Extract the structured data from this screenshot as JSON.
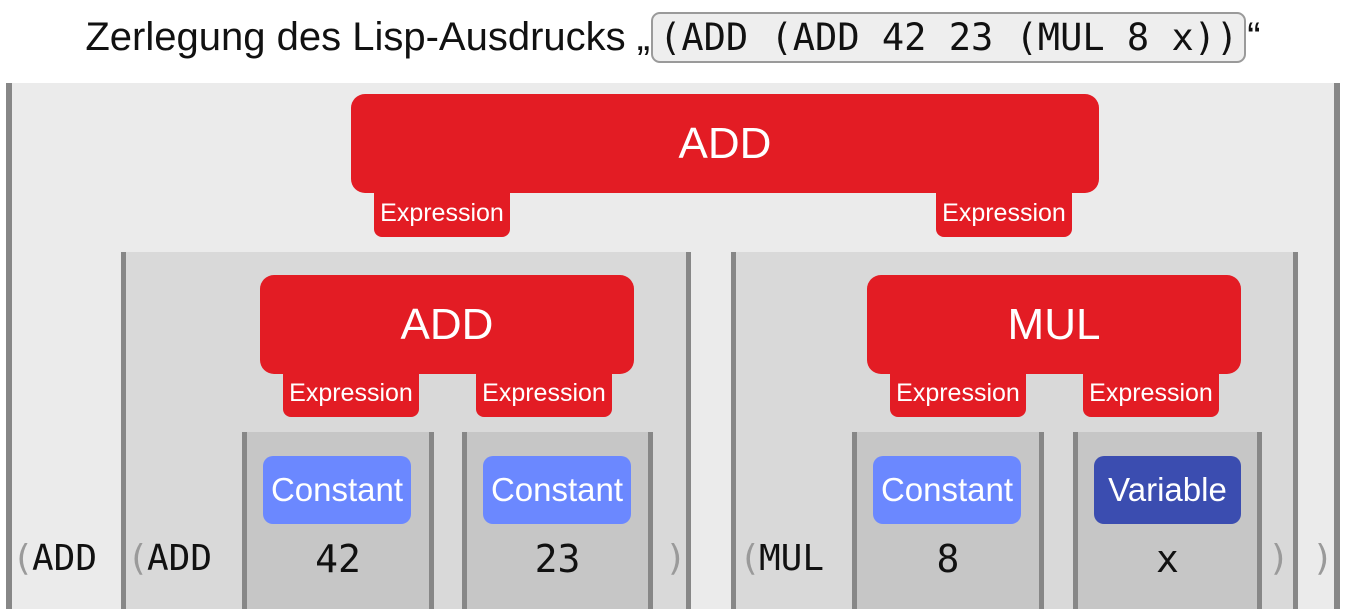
{
  "title": {
    "text": "Zerlegung des Lisp-Ausdrucks",
    "open_quote": "„",
    "expression": "(ADD (ADD 42 23 (MUL 8 x))",
    "close_quote": "“"
  },
  "tree": {
    "root_label": "ADD",
    "root_slots": [
      "Expression",
      "Expression"
    ],
    "left": {
      "label": "ADD",
      "slots": [
        "Expression",
        "Expression"
      ],
      "children": [
        {
          "type": "Constant",
          "value": "42"
        },
        {
          "type": "Constant",
          "value": "23"
        }
      ]
    },
    "right": {
      "label": "MUL",
      "slots": [
        "Expression",
        "Expression"
      ],
      "children": [
        {
          "type": "Constant",
          "value": "8"
        },
        {
          "type": "Variable",
          "value": "x"
        }
      ]
    }
  },
  "tokens": {
    "open_paren": "(",
    "close_paren": ")",
    "root_op": "ADD",
    "left_op": "ADD",
    "right_op": "MUL"
  },
  "colors": {
    "node_red": "#e31c24",
    "constant_blue": "#6b88ff",
    "variable_blue": "#3b4db0"
  }
}
